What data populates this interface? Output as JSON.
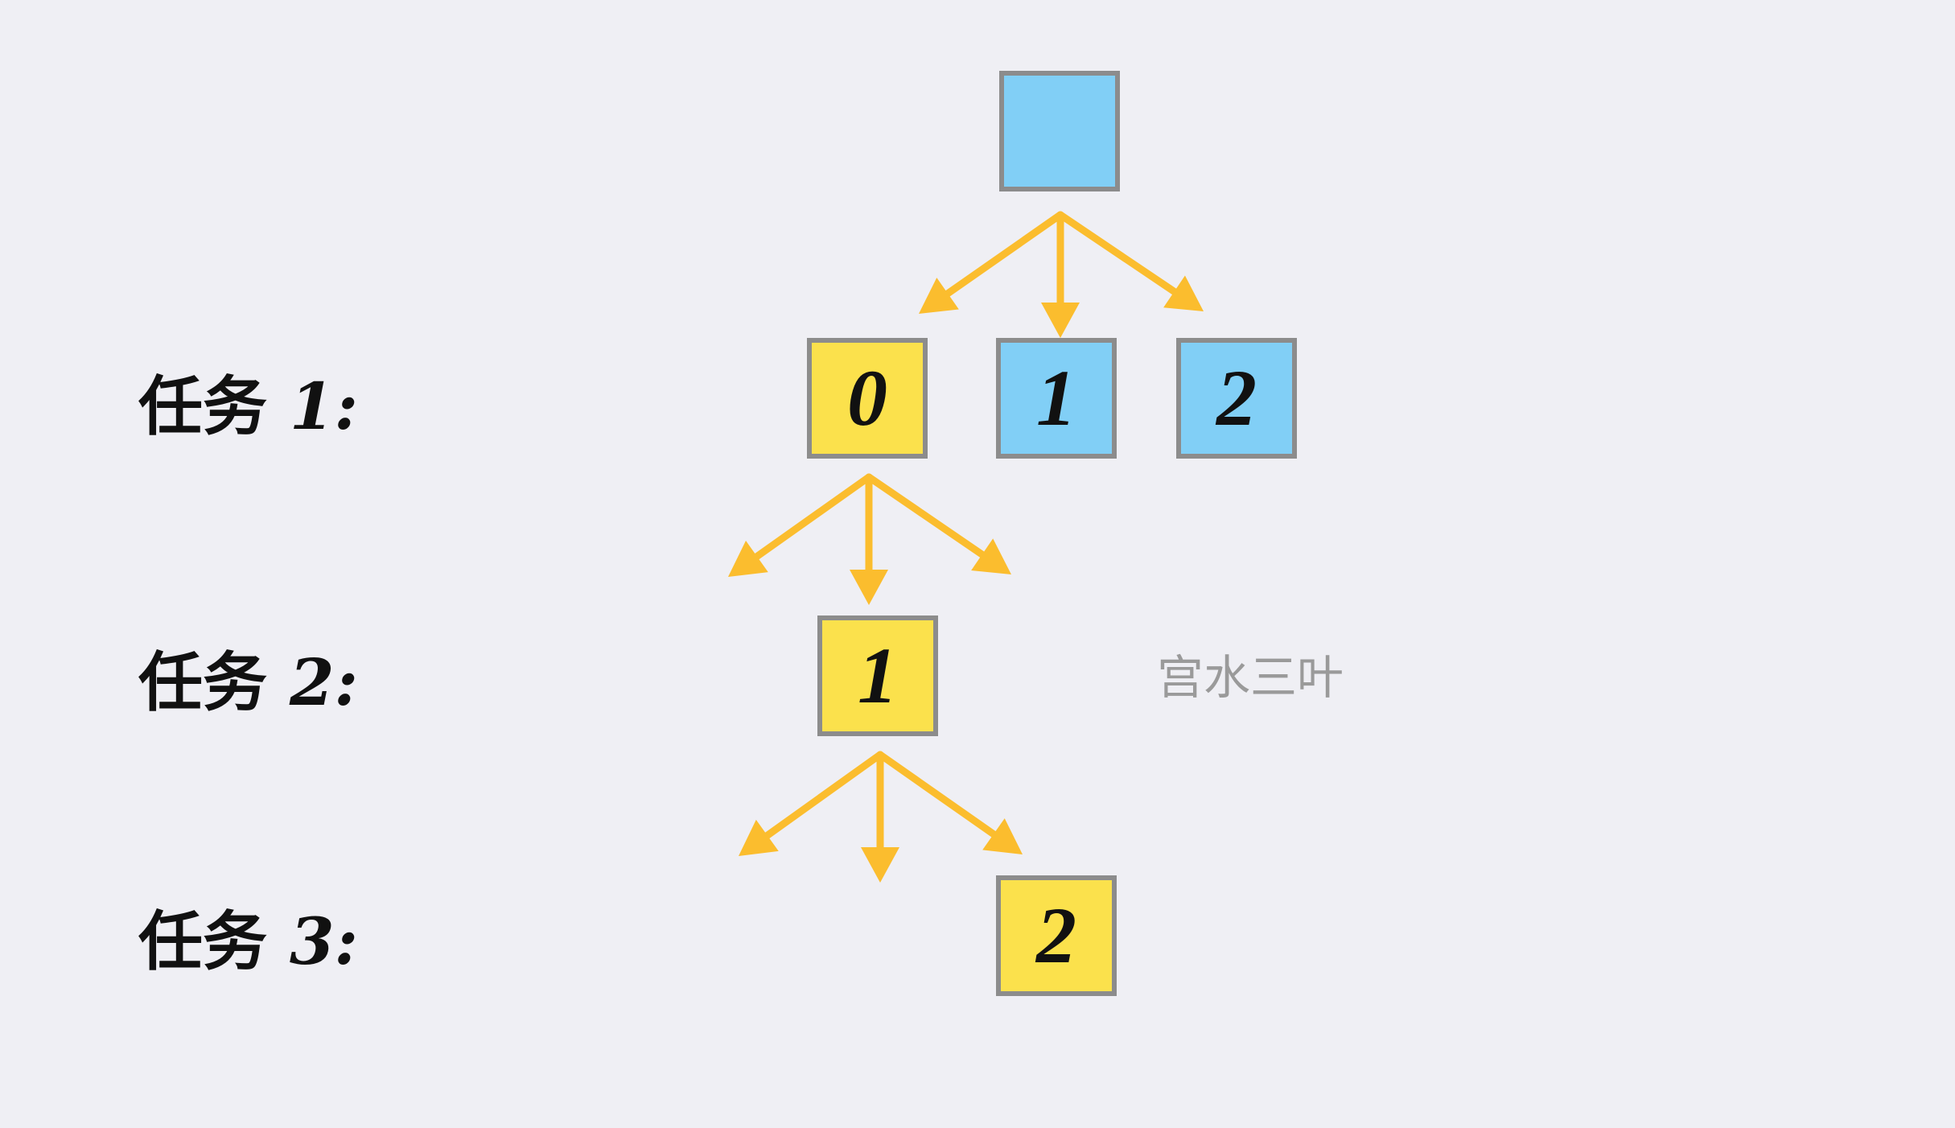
{
  "tasks": [
    {
      "prefix": "任务 ",
      "number": "1:"
    },
    {
      "prefix": "任务 ",
      "number": "2:"
    },
    {
      "prefix": "任务 ",
      "number": "3:"
    }
  ],
  "nodes": {
    "root": {
      "label": "",
      "color": "#81cff6"
    },
    "row1": [
      {
        "label": "0",
        "color": "#fbe14c"
      },
      {
        "label": "1",
        "color": "#81cff6"
      },
      {
        "label": "2",
        "color": "#81cff6"
      }
    ],
    "row2": {
      "label": "1",
      "color": "#fbe14c"
    },
    "row3": {
      "label": "2",
      "color": "#fbe14c"
    }
  },
  "watermark": "宫水三叶",
  "colors": {
    "arrow": "#fbbd2e",
    "border": "#8c8c8c",
    "background": "#efeff4"
  }
}
